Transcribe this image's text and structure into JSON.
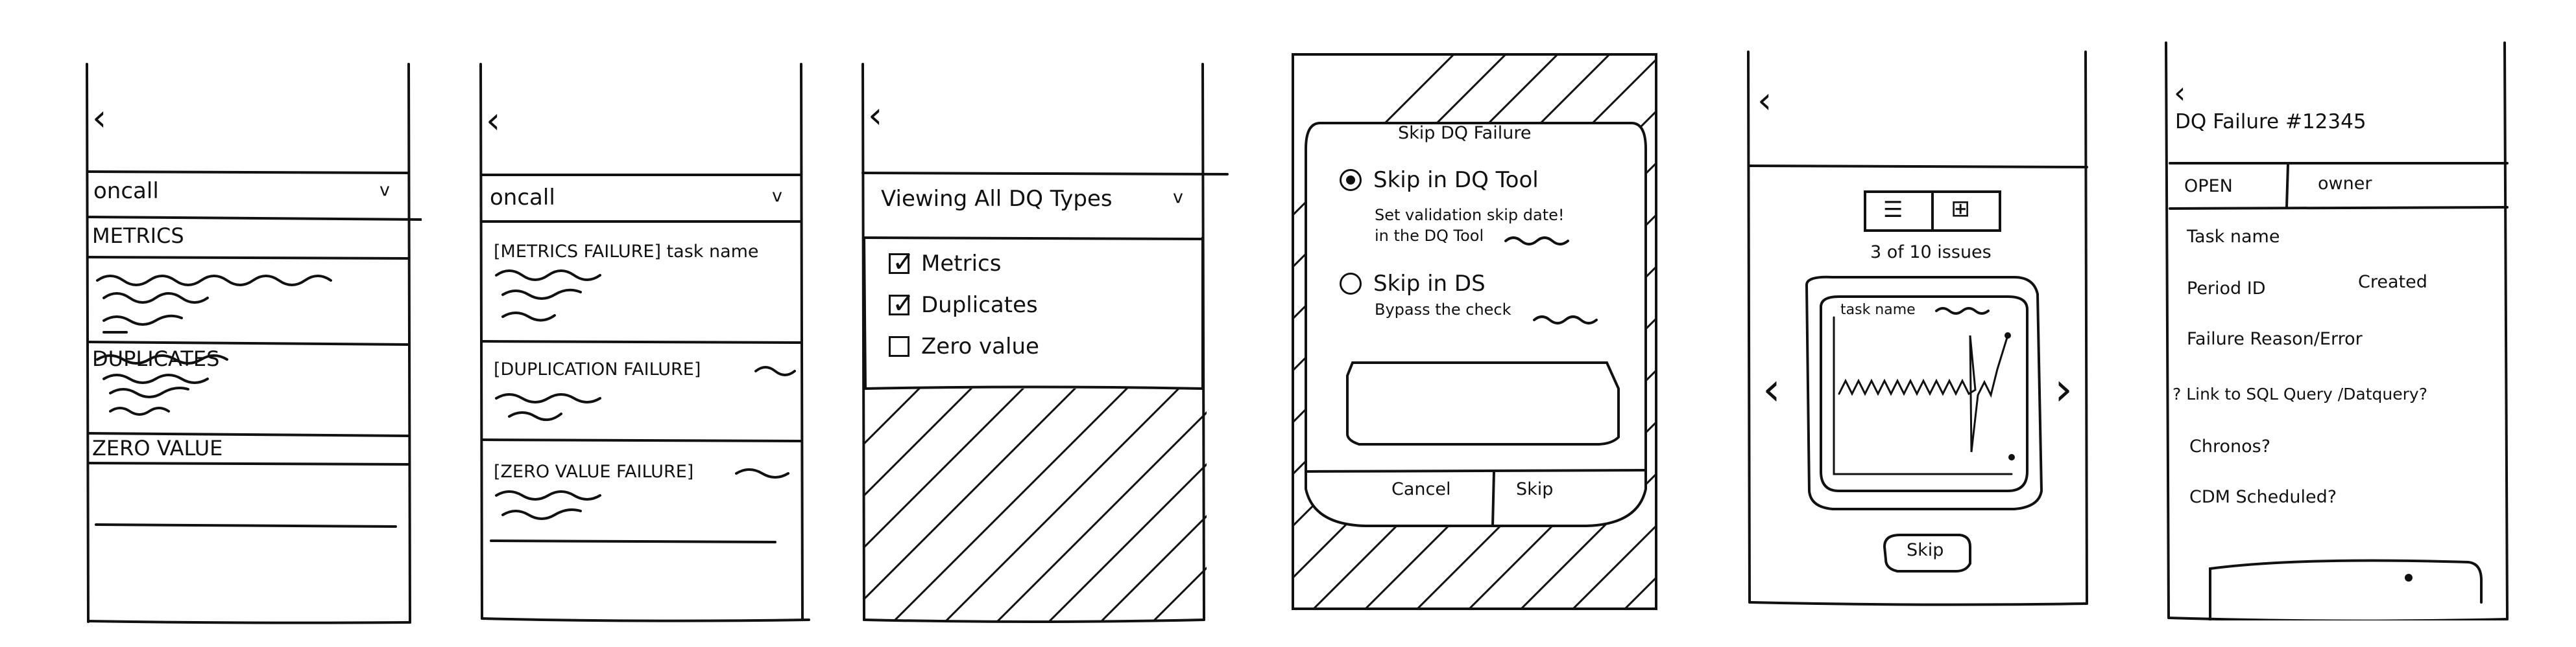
{
  "colors": {
    "ink": "#111111",
    "paper": "#ffffff"
  },
  "screen1": {
    "back_icon": "chevron-left-icon",
    "dropdown_value": "oncall",
    "sections": [
      "METRICS",
      "DUPLICATES",
      "ZERO VALUE"
    ]
  },
  "screen2": {
    "back_icon": "chevron-left-icon",
    "dropdown_value": "oncall",
    "items": [
      "[METRICS FAILURE] task name",
      "[DUPLICATION FAILURE]",
      "[ZERO VALUE FAILURE]"
    ]
  },
  "screen3": {
    "back_icon": "chevron-left-icon",
    "filter_label": "Viewing All DQ Types",
    "options": [
      {
        "label": "Metrics",
        "checked": true
      },
      {
        "label": "Duplicates",
        "checked": true
      },
      {
        "label": "Zero value",
        "checked": false
      }
    ]
  },
  "screen4": {
    "dialog_title": "Skip DQ Failure",
    "option1_label": "Skip in DQ Tool",
    "option1_desc_line1": "Set validation skip date!",
    "option1_desc_line2": "in the DQ Tool",
    "option2_label": "Skip in DS",
    "option2_desc": "Bypass the check",
    "cancel_label": "Cancel",
    "skip_label": "Skip"
  },
  "screen5": {
    "back_icon": "chevron-left-icon",
    "list_icon": "list-icon",
    "grid_icon": "grid-icon",
    "counter": "3 of 10 issues",
    "card_title": "task name",
    "skip_label": "Skip"
  },
  "screen6": {
    "back_icon": "chevron-left-icon",
    "title": "DQ Failure #12345",
    "status": "OPEN",
    "owner": "owner",
    "fields": {
      "task": "Task name",
      "period": "Period ID",
      "created": "Created",
      "reason": "Failure Reason/Error",
      "link": "? Link to SQL Query /Datquery?",
      "chronos": "Chronos?",
      "cdm": "CDM Scheduled?"
    }
  }
}
